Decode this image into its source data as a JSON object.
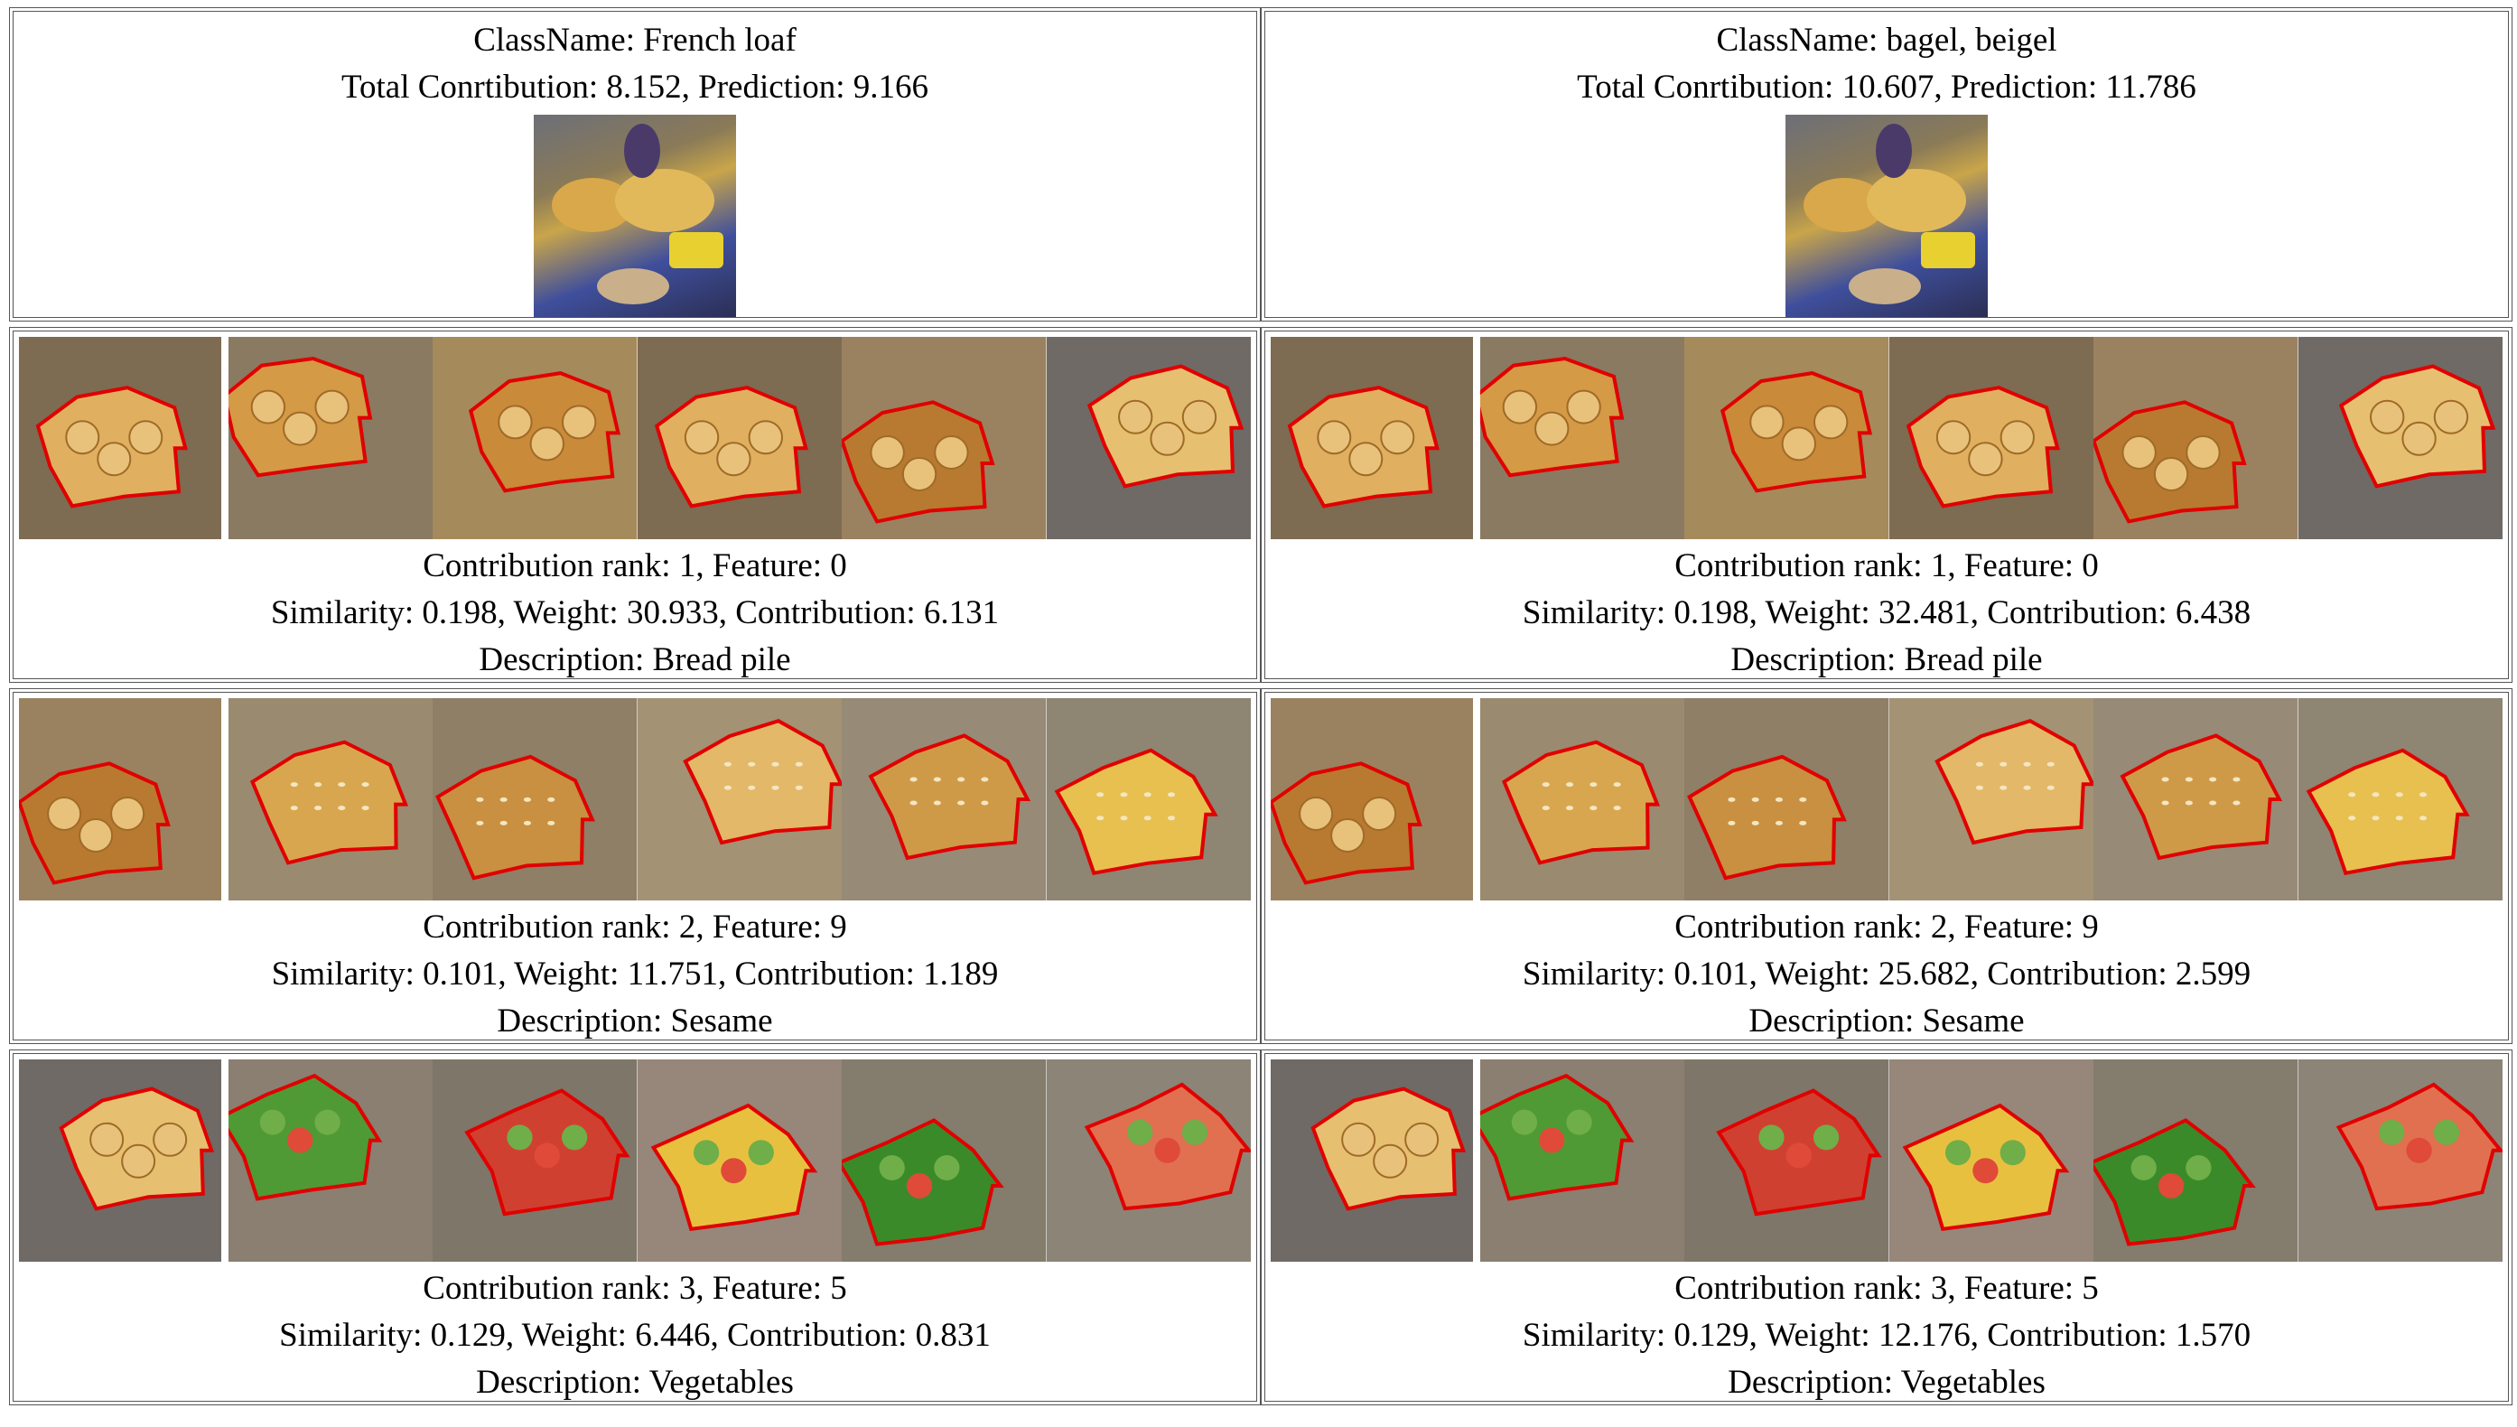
{
  "panels": [
    {
      "class_line": "ClassName: French loaf",
      "total_line": "Total Conrtibution: 8.152, Prediction: 9.166",
      "features": [
        {
          "rank_line": "Contribution rank: 1, Feature: 0",
          "stats_line": "Similarity: 0.198, Weight: 30.933, Contribution: 6.131",
          "desc_line": "Description: Bread pile"
        },
        {
          "rank_line": "Contribution rank: 2, Feature: 9",
          "stats_line": "Similarity: 0.101, Weight: 11.751, Contribution: 1.189",
          "desc_line": "Description: Sesame"
        },
        {
          "rank_line": "Contribution rank: 3, Feature: 5",
          "stats_line": "Similarity: 0.129, Weight: 6.446, Contribution: 0.831",
          "desc_line": "Description: Vegetables"
        }
      ]
    },
    {
      "class_line": "ClassName: bagel, beigel",
      "total_line": "Total Conrtibution: 10.607, Prediction: 11.786",
      "features": [
        {
          "rank_line": "Contribution rank: 1, Feature: 0",
          "stats_line": "Similarity: 0.198, Weight: 32.481, Contribution: 6.438",
          "desc_line": "Description: Bread pile"
        },
        {
          "rank_line": "Contribution rank: 2, Feature: 9",
          "stats_line": "Similarity: 0.101, Weight: 25.682, Contribution: 2.599",
          "desc_line": "Description: Sesame"
        },
        {
          "rank_line": "Contribution rank: 3, Feature: 5",
          "stats_line": "Similarity: 0.129, Weight: 12.176, Contribution: 1.570",
          "desc_line": "Description: Vegetables"
        }
      ]
    }
  ],
  "colors": {
    "border": "#555555",
    "contour": "#e00000",
    "bread": "#c8903c",
    "veg": "#3f8a2a",
    "faded": "#8a8782"
  },
  "strip_themes": [
    "bread",
    "sesame",
    "veg"
  ]
}
